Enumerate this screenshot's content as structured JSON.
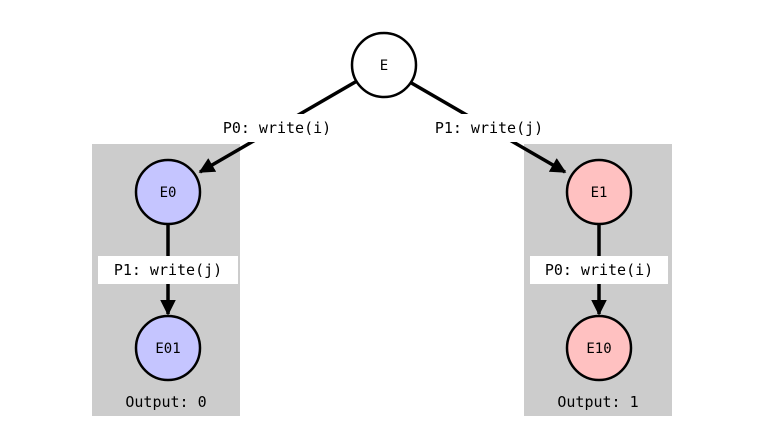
{
  "nodes": {
    "root": {
      "label": "E",
      "fill": "#ffffff"
    },
    "left": {
      "label": "E0",
      "fill": "#c5c5ff"
    },
    "left_child": {
      "label": "E01",
      "fill": "#c5c5ff"
    },
    "right": {
      "label": "E1",
      "fill": "#ffc1c1"
    },
    "right_child": {
      "label": "E10",
      "fill": "#ffc1c1"
    }
  },
  "edges": {
    "root_left": "P0: write(i)",
    "root_right": "P1: write(j)",
    "left_down": "P1: write(j)",
    "right_down": "P0: write(i)"
  },
  "outputs": {
    "left": "Output: 0",
    "right": "Output: 1"
  },
  "colors": {
    "panel": "#cccccc",
    "stroke": "#000000"
  }
}
